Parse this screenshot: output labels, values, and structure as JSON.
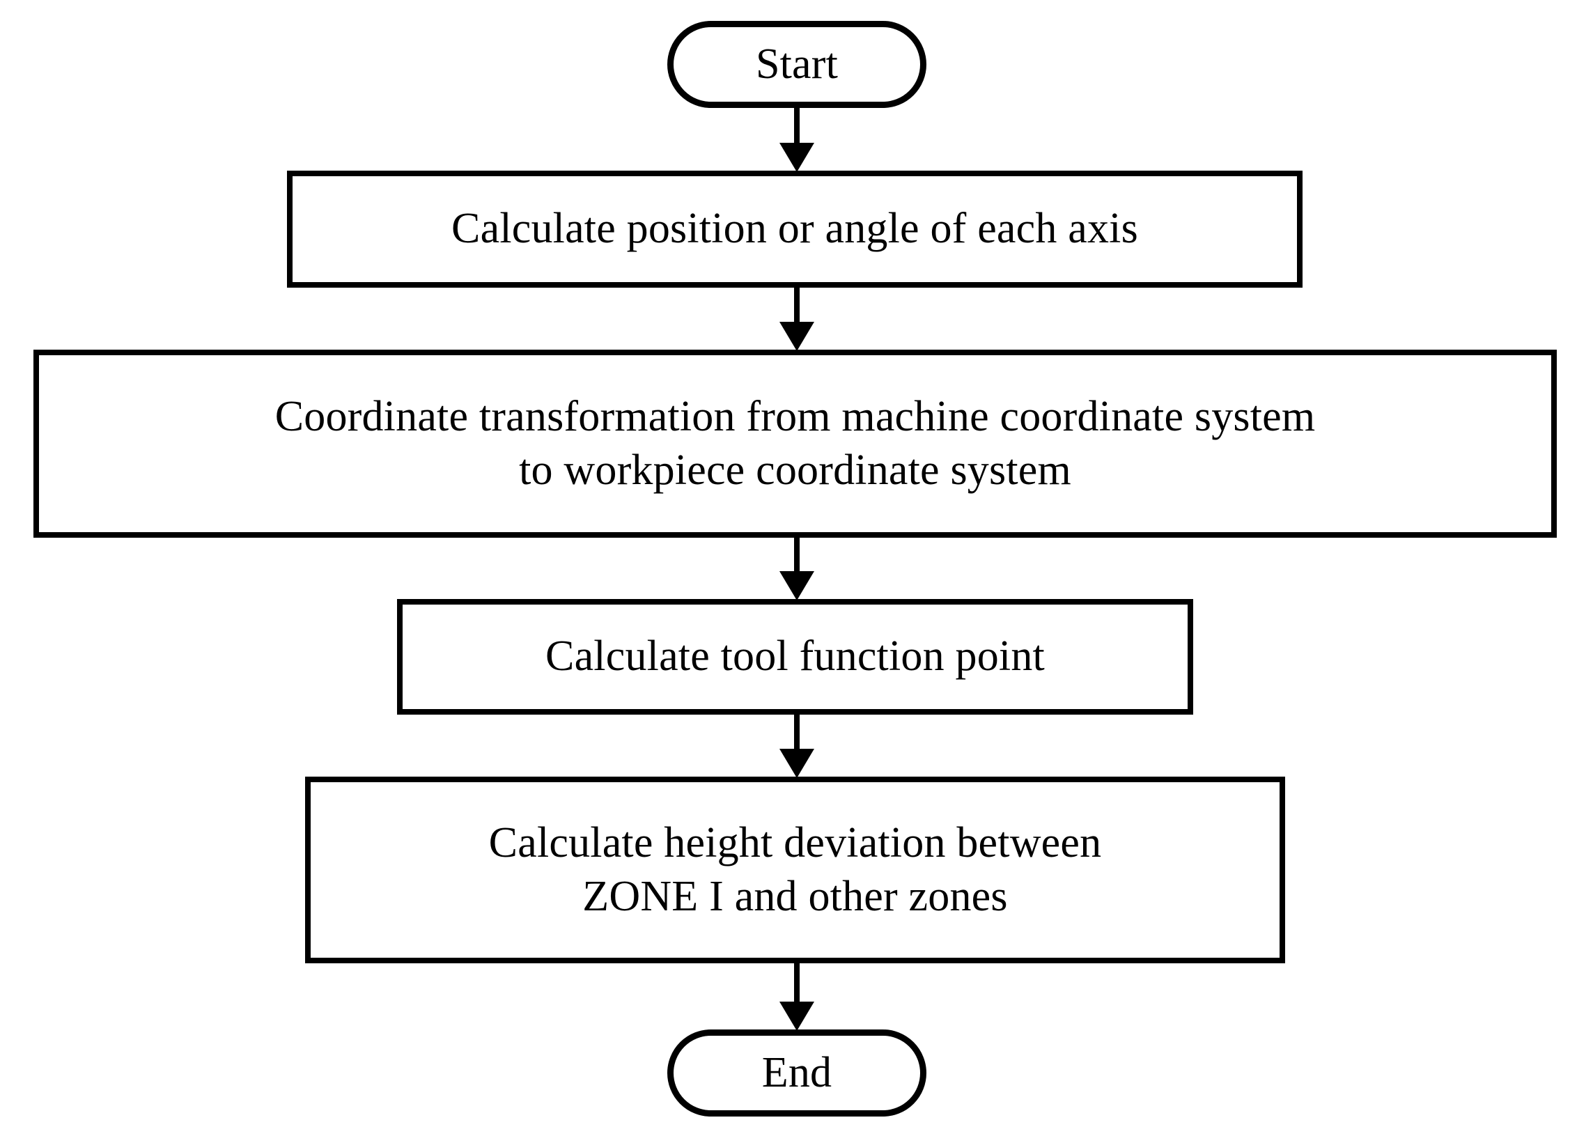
{
  "diagram": {
    "type": "flowchart",
    "orientation": "top-to-bottom",
    "background_color": "#ffffff",
    "stroke_color": "#000000",
    "nodes": [
      {
        "id": "start",
        "shape": "terminal",
        "label": "Start"
      },
      {
        "id": "step1",
        "shape": "process",
        "label": "Calculate position or angle of each axis"
      },
      {
        "id": "step2",
        "shape": "process",
        "label": "Coordinate transformation from machine coordinate system\nto workpiece coordinate system"
      },
      {
        "id": "step3",
        "shape": "process",
        "label": "Calculate tool function point"
      },
      {
        "id": "step4",
        "shape": "process",
        "label": "Calculate height deviation between\nZONE I and other zones"
      },
      {
        "id": "end",
        "shape": "terminal",
        "label": "End"
      }
    ],
    "edges": [
      {
        "from": "start",
        "to": "step1",
        "arrow": "down-arrow",
        "label": ""
      },
      {
        "from": "step1",
        "to": "step2",
        "arrow": "down-arrow",
        "label": ""
      },
      {
        "from": "step2",
        "to": "step3",
        "arrow": "down-arrow",
        "label": ""
      },
      {
        "from": "step3",
        "to": "step4",
        "arrow": "down-arrow",
        "label": ""
      },
      {
        "from": "step4",
        "to": "end",
        "arrow": "down-arrow",
        "label": ""
      }
    ]
  }
}
